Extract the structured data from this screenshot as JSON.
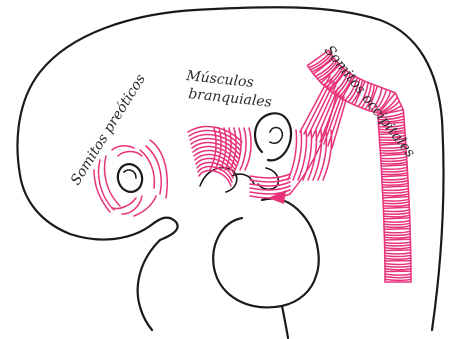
{
  "labels": {
    "preotic": "Somitos preóticos",
    "branchial_line1": "Músculos",
    "branchial_line2": "branquiales",
    "occipital": "Somitos occipitales"
  },
  "colors": {
    "muscle": "#e8337a",
    "outline": "#1a1a1a"
  }
}
